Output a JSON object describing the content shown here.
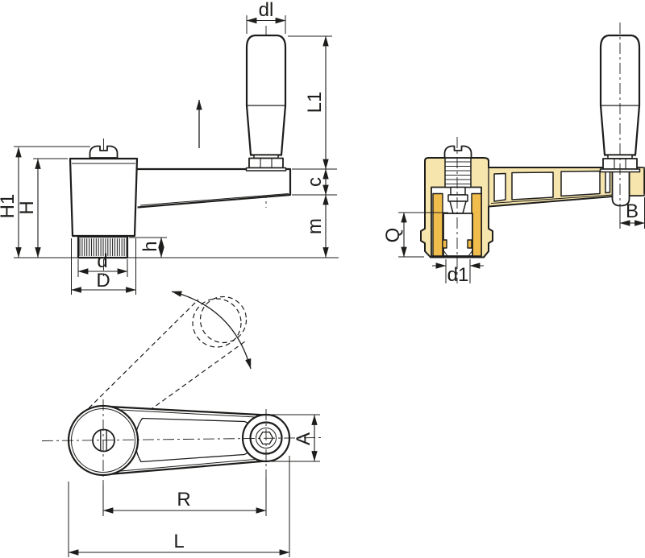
{
  "drawing": {
    "kind": "technical drawing - crank handle with revolving grip, three views with section"
  },
  "labels": {
    "dl": "dl",
    "L1": "L1",
    "c": "c",
    "m": "m",
    "H1": "H1",
    "H": "H",
    "h": "h",
    "d": "d",
    "D": "D",
    "Q": "Q",
    "d1": "d1",
    "B": "B",
    "A": "A",
    "R": "R",
    "L": "L"
  },
  "colors": {
    "background": "#ffffff",
    "line": "#1d1d1b",
    "section_fill_light": "#f7e5ae",
    "section_fill_dark": "#f0bd4c"
  }
}
